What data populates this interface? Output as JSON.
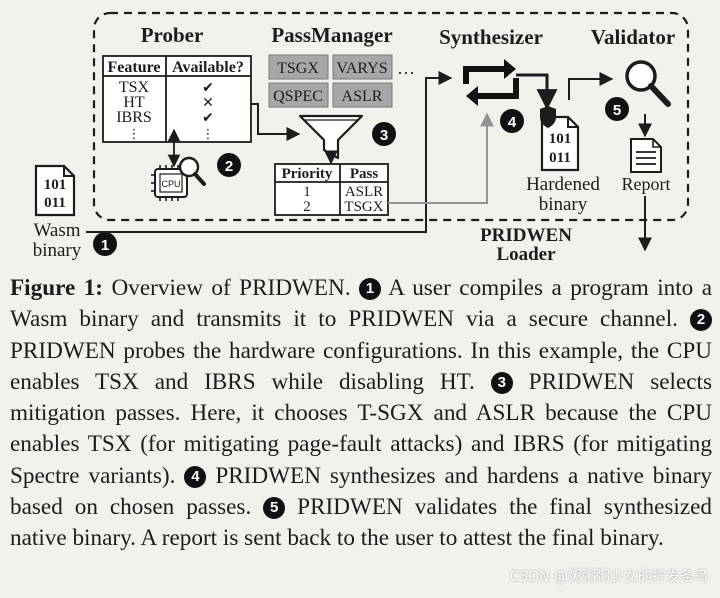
{
  "diagram": {
    "prober": {
      "title": "Prober",
      "table_headers": [
        "Feature",
        "Available?"
      ],
      "features": [
        {
          "name": "TSX",
          "available": "✔"
        },
        {
          "name": "HT",
          "available": "✕"
        },
        {
          "name": "IBRS",
          "available": "✔"
        }
      ],
      "ellipsis": "⋮",
      "cpu_label": "CPU"
    },
    "passmanager": {
      "title": "PassManager",
      "passes": [
        "TSGX",
        "VARYS",
        "QSPEC",
        "ASLR"
      ],
      "more": "···",
      "table_headers": [
        "Priority",
        "Pass"
      ],
      "rows": [
        {
          "priority": "1",
          "pass": "ASLR"
        },
        {
          "priority": "2",
          "pass": "TSGX"
        }
      ]
    },
    "synthesizer": {
      "title": "Synthesizer"
    },
    "validator": {
      "title": "Validator"
    },
    "wasm_binary": {
      "line1": "Wasm",
      "line2": "binary",
      "bits1": "101",
      "bits2": "011"
    },
    "hardened_binary": {
      "line1": "Hardened",
      "line2": "binary",
      "bits1": "101",
      "bits2": "011"
    },
    "report": {
      "label": "Report"
    },
    "loader": {
      "line1": "PRIDWEN",
      "line2": "Loader"
    },
    "steps": [
      "1",
      "2",
      "3",
      "4",
      "5"
    ]
  },
  "caption": {
    "label": "Figure 1:",
    "title_pre": "Overview of P",
    "title_sc": "RIDWEN",
    "title_post": ".",
    "step1": "1",
    "text1_pre": "A user compiles a program into a Wasm binary and transmits it to P",
    "text1_sc": "RIDWEN",
    "text1_post": "via a secure channel.",
    "step2": "2",
    "text2_p": "P",
    "text2_sc": "RIDWEN",
    "text2_post": "probes the hardware configurations. In this example, the CPU enables TSX and IBRS while disabling HT.",
    "step3": "3",
    "text3_p": "P",
    "text3_sc": "RIDWEN",
    "text3_post": "selects mitigation passes. Here, it chooses T-SGX and ASLR because the CPU enables TSX (for mitigating page-fault attacks) and IBRS (for mitigating Spectre variants).",
    "step4": "4",
    "text4_p": "P",
    "text4_sc": "RIDWEN",
    "text4_post": "synthesizes and hardens a native binary based on chosen passes.",
    "step5": "5",
    "text5_p": "P",
    "text5_sc": "RIDWEN",
    "text5_post": "validates the final synthesized native binary. A report is sent back to the user to attest the final binary."
  },
  "watermark": "CSDN @粥粥粥少女的拧发条鸟",
  "colors": {
    "background": "#f1f2ec",
    "pass_box": "#a6a7a6",
    "arrow_gray": "#9aa0a0",
    "ink": "#1c1c1c"
  }
}
